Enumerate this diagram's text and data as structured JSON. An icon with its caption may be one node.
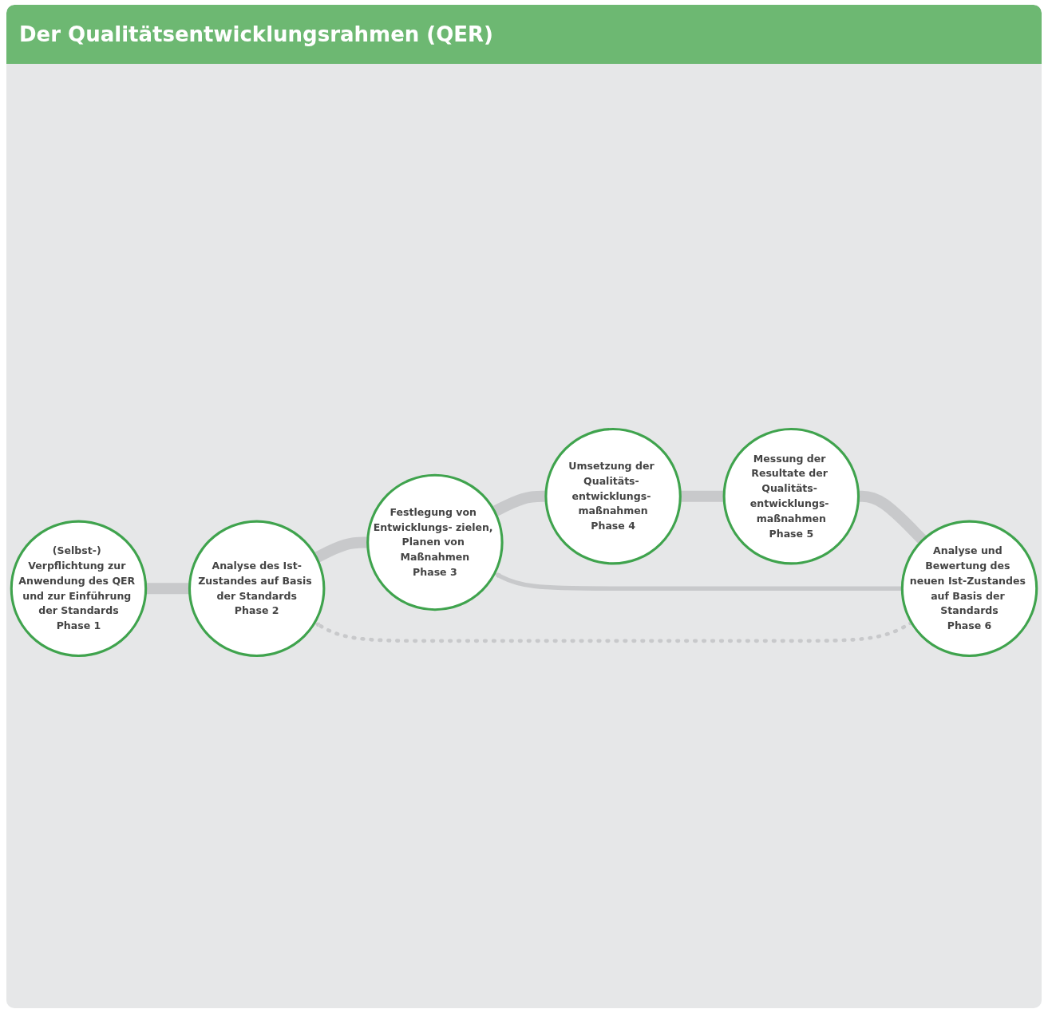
{
  "diagram": {
    "title": "Der Qualitätsentwicklungsrahmen (QER)",
    "nodes": [
      {
        "text": [
          "(Selbst-) Verpflichtung zur Anwendung des QER und zur Einführung der Standards",
          "Phase 1"
        ]
      },
      {
        "text": [
          "Analyse des Ist-Zustandes auf Basis der Standards",
          "Phase 2"
        ]
      },
      {
        "text": [
          "Festlegung von Entwicklungs- zielen, Planen von Maßnahmen",
          "Phase 3"
        ]
      },
      {
        "text": [
          "Umsetzung der Qualitäts- entwicklungs- maßnahmen",
          "Phase 4"
        ]
      },
      {
        "text": [
          "Messung der Resultate der Qualitäts- entwicklungs- maßnahmen",
          "Phase 5"
        ]
      },
      {
        "text": [
          "Analyse und Bewertung des neuen Ist-Zustandes auf Basis der Standards",
          "Phase 6"
        ]
      }
    ],
    "edges": [
      {
        "from": 0,
        "to": 1,
        "arrow": "none"
      },
      {
        "from": 1,
        "to": 2,
        "arrow": "none"
      },
      {
        "from": 2,
        "to": 3,
        "arrow": "none"
      },
      {
        "from": 3,
        "to": 4,
        "arrow": "none"
      },
      {
        "from": 4,
        "to": 5,
        "arrow": "none"
      },
      {
        "from": 5,
        "to": 1,
        "arrow": "to",
        "style": "dashed"
      },
      {
        "from": 5,
        "to": 2,
        "arrow": "to"
      }
    ]
  }
}
